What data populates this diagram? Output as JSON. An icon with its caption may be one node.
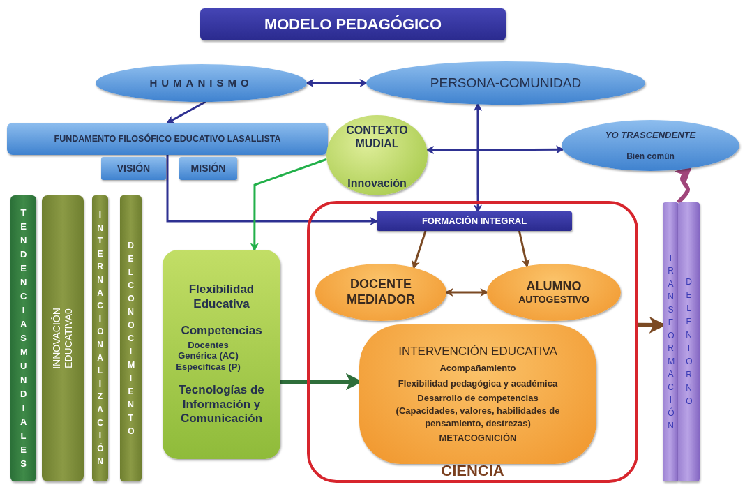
{
  "diagram": {
    "nodes": [
      {
        "text": [
          "MODELO PEDAGÓGICO"
        ]
      },
      {
        "text": [
          "HUMANISMO"
        ]
      },
      {
        "text": [
          "PERSONA-COMUNIDAD"
        ]
      },
      {
        "text": [
          "FUNDAMENTO FILOSÓFICO EDUCATIVO LASALLISTA"
        ]
      },
      {
        "text": [
          "VISIÓN"
        ]
      },
      {
        "text": [
          "MISIÓN"
        ]
      },
      {
        "text": [
          "CONTEXTO MUDIAL",
          "Innovación"
        ]
      },
      {
        "text": [
          "YO TRASCENDENTE",
          "Bien común"
        ]
      },
      {
        "text": [
          "TENDENCIAS MUNDIALES"
        ]
      },
      {
        "text": [
          "INNOVACIÓN EDUCATIVA0"
        ]
      },
      {
        "text": [
          "INTERNACIONALIZACIÓN"
        ]
      },
      {
        "text": [
          "DEL CONOCIMIENTO"
        ]
      },
      {
        "text": [
          "Flexibilidad Educativa",
          "Competencias",
          "Docentes Genérica (AC) Específicas (P)",
          "Tecnologías de Información y Comunicación"
        ]
      },
      {
        "text": [
          "CIENCIA"
        ]
      },
      {
        "text": [
          "FORMACIÓN INTEGRAL"
        ],
        "in": 13
      },
      {
        "text": [
          "DOCENTE MEDIADOR"
        ],
        "in": 13
      },
      {
        "text": [
          "ALUMNO",
          "AUTOGESTIVO"
        ],
        "in": 13
      },
      {
        "text": [
          "INTERVENCIÓN EDUCATIVA",
          "Acompañamiento",
          "Flexibilidad pedagógica y académica",
          "Desarrollo de competencias (Capacidades, valores, habilidades de pensamiento, destrezas)",
          "METACOGNICIÓN"
        ],
        "in": 13
      },
      {
        "text": [
          "TRANSFORMACIÓN"
        ]
      },
      {
        "text": [
          "DEL ENTORNO"
        ]
      }
    ],
    "edges": [
      {
        "from": 1,
        "to": 2,
        "arrow": "both"
      },
      {
        "from": 1,
        "to": 3,
        "arrow": "to"
      },
      {
        "from": 2,
        "to": 14,
        "arrow": "both"
      },
      {
        "from": 6,
        "to": 7,
        "arrow": "both"
      },
      {
        "from": 3,
        "to": 14,
        "arrow": "to"
      },
      {
        "from": 6,
        "to": 12,
        "arrow": "to",
        "color": "#22b04a"
      },
      {
        "from": 14,
        "to": 15,
        "arrow": "to",
        "color": "#7b4a24"
      },
      {
        "from": 14,
        "to": 16,
        "arrow": "to",
        "color": "#7b4a24"
      },
      {
        "from": 15,
        "to": 16,
        "arrow": "both",
        "color": "#7b4a24"
      },
      {
        "from": 12,
        "to": 17,
        "arrow": "to",
        "style": "thick",
        "color": "#2e6e3a"
      },
      {
        "from": 13,
        "to": 18,
        "arrow": "to",
        "style": "thick",
        "color": "#7b4a24"
      },
      {
        "from": 19,
        "to": 7,
        "arrow": "to",
        "style": "thick",
        "color": "#a0457a"
      }
    ]
  }
}
